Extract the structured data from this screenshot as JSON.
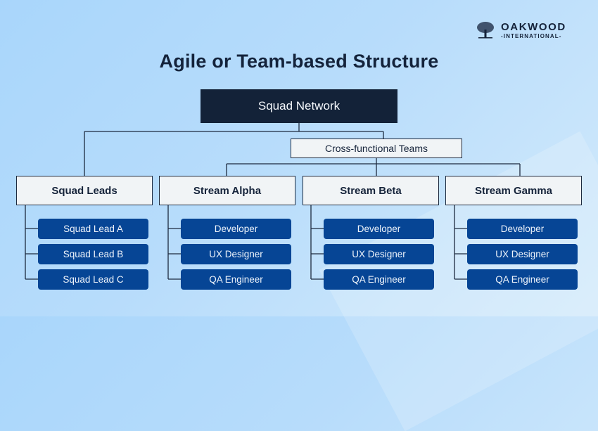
{
  "logo": {
    "icon": "oak-tree-icon",
    "name": "OAKWOOD",
    "subtitle": "-INTERNATIONAL-"
  },
  "title": "Agile or Team-based Structure",
  "root": {
    "label": "Squad Network"
  },
  "intermediate": {
    "label": "Cross-functional Teams"
  },
  "groups": [
    {
      "label": "Squad Leads",
      "items": [
        "Squad Lead A",
        "Squad Lead B",
        "Squad Lead C"
      ]
    },
    {
      "label": "Stream Alpha",
      "items": [
        "Developer",
        "UX Designer",
        "QA Engineer"
      ]
    },
    {
      "label": "Stream Beta",
      "items": [
        "Developer",
        "UX Designer",
        "QA Engineer"
      ]
    },
    {
      "label": "Stream Gamma",
      "items": [
        "Developer",
        "UX Designer",
        "QA Engineer"
      ]
    }
  ],
  "colors": {
    "root_fill": "#132238",
    "box_fill": "#f1f4f6",
    "item_fill": "#064595",
    "text_dark": "#14233b"
  }
}
